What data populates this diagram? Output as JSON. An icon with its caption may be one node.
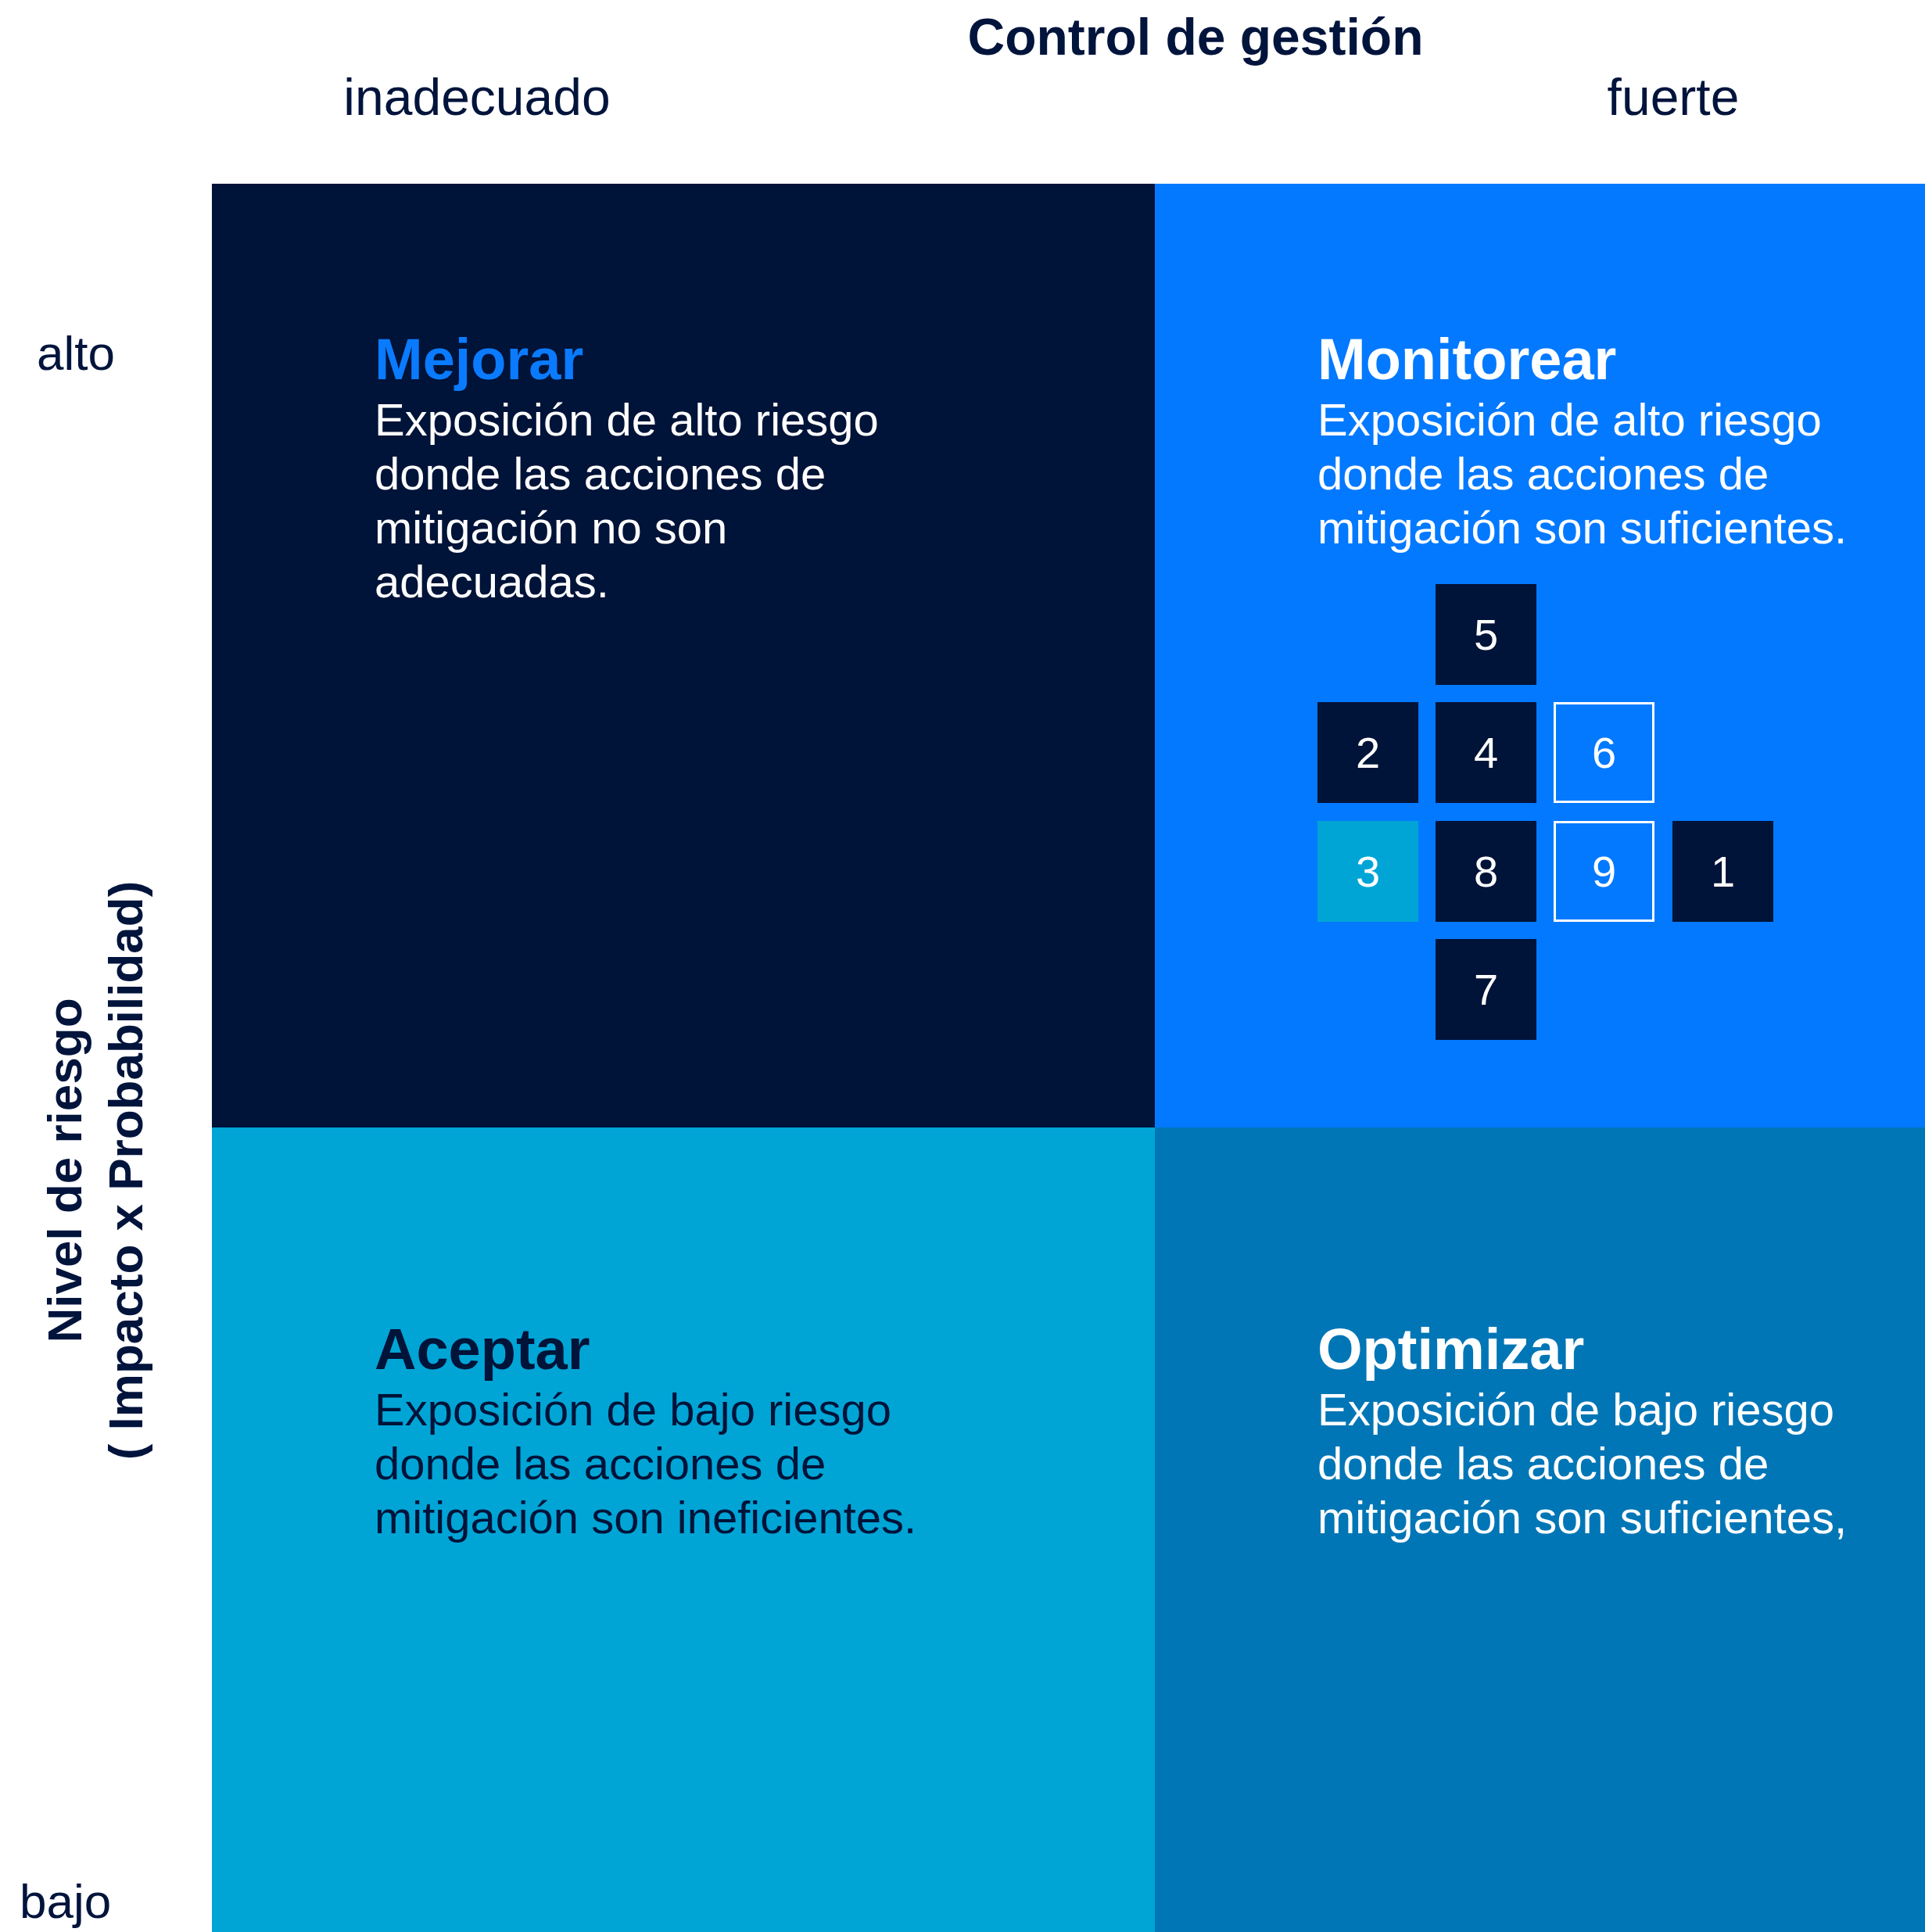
{
  "diagram": {
    "nodes": [
      {
        "text": [
          "Mejorar",
          "Exposición de alto riesgo donde las acciones de mitigación no son adecuadas."
        ]
      },
      {
        "text": [
          "Monitorear",
          "Exposición de alto riesgo donde las acciones de mitigación son suficientes."
        ]
      },
      {
        "text": [
          "5"
        ],
        "in": 1
      },
      {
        "text": [
          "2"
        ],
        "in": 1
      },
      {
        "text": [
          "4"
        ],
        "in": 1
      },
      {
        "text": [
          "6"
        ],
        "in": 1
      },
      {
        "text": [
          "3"
        ],
        "in": 1
      },
      {
        "text": [
          "8"
        ],
        "in": 1
      },
      {
        "text": [
          "9"
        ],
        "in": 1
      },
      {
        "text": [
          "1"
        ],
        "in": 1
      },
      {
        "text": [
          "7"
        ],
        "in": 1
      },
      {
        "text": [
          "Aceptar",
          "Exposición de bajo riesgo donde las acciones de mitigación son ineficientes."
        ]
      },
      {
        "text": [
          "Optimizar",
          "Exposición de bajo riesgo donde las acciones de mitigación son suficientes,"
        ]
      }
    ],
    "edges": [],
    "labels": [
      "Control de gestión",
      "inadecuado",
      "fuerte",
      "alto",
      "Nivel de riesgo ( Impacto x Probabilidad)",
      "bajo"
    ]
  }
}
